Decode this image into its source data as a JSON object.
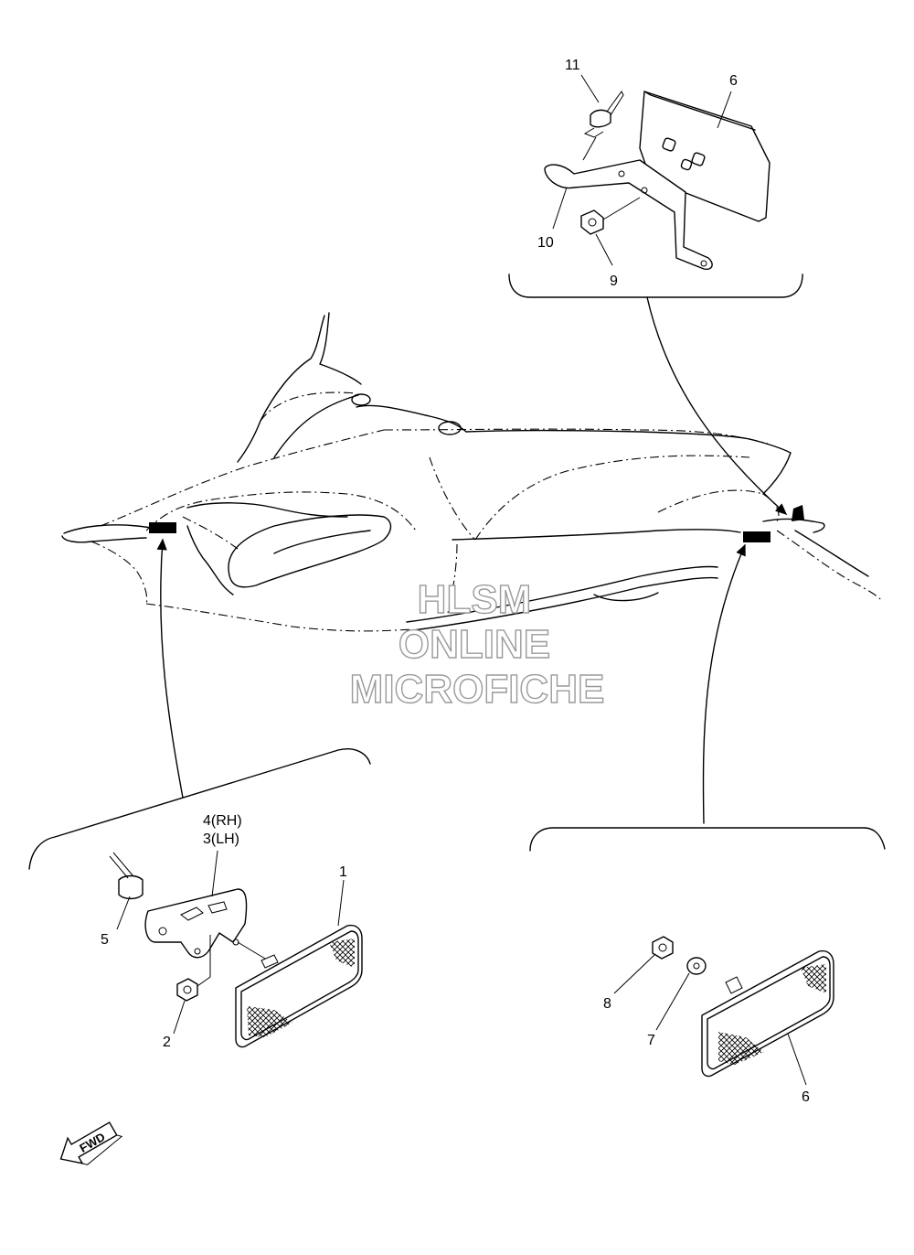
{
  "labels": {
    "p1": "1",
    "p2": "2",
    "p3": "3(LH)",
    "p4": "4(RH)",
    "p5": "5",
    "p6_top": "6",
    "p6_bottom": "6",
    "p7": "7",
    "p8": "8",
    "p9": "9",
    "p10": "10",
    "p11": "11"
  },
  "watermark": {
    "line1": "HLSM",
    "line2": "ONLINE",
    "line3": "MICROFICHE"
  },
  "fwd_label": "FWD",
  "icons": {
    "fwd_arrow": "fwd-arrow-icon"
  },
  "colors": {
    "line": "#000000",
    "watermark_stroke": "#9a9a9a",
    "background": "#ffffff"
  }
}
